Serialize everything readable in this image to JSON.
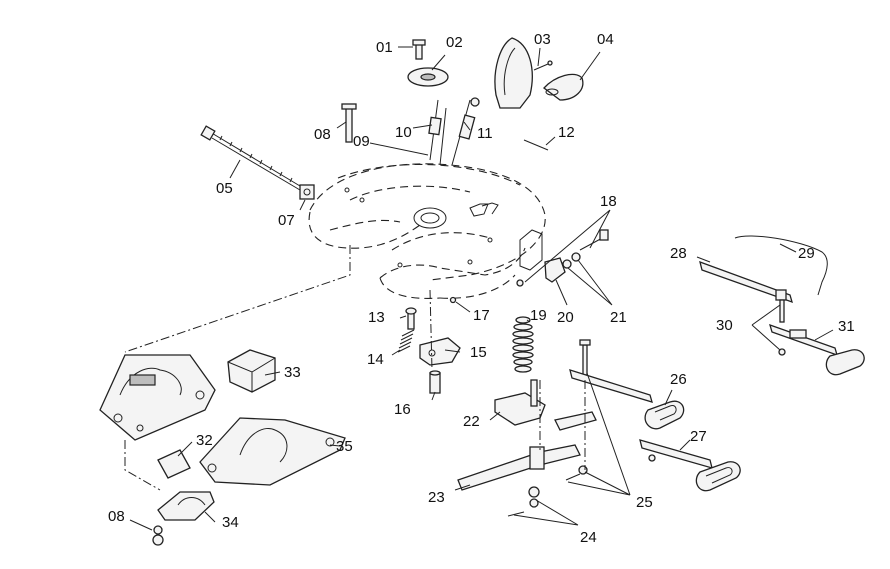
{
  "header": {
    "fragment": ""
  },
  "callouts": {
    "c01": "01",
    "c02": "02",
    "c03": "03",
    "c04": "04",
    "c05": "05",
    "c07": "07",
    "c08a": "08",
    "c08b": "08",
    "c09": "09",
    "c10": "10",
    "c11": "11",
    "c12": "12",
    "c13": "13",
    "c14": "14",
    "c15": "15",
    "c16": "16",
    "c17": "17",
    "c18": "18",
    "c19": "19",
    "c20": "20",
    "c21": "21",
    "c22": "22",
    "c23": "23",
    "c24": "24",
    "c25": "25",
    "c26": "26",
    "c27": "27",
    "c28": "28",
    "c29": "29",
    "c30": "30",
    "c31": "31",
    "c32": "32",
    "c33": "33",
    "c34": "34",
    "c35": "35"
  }
}
